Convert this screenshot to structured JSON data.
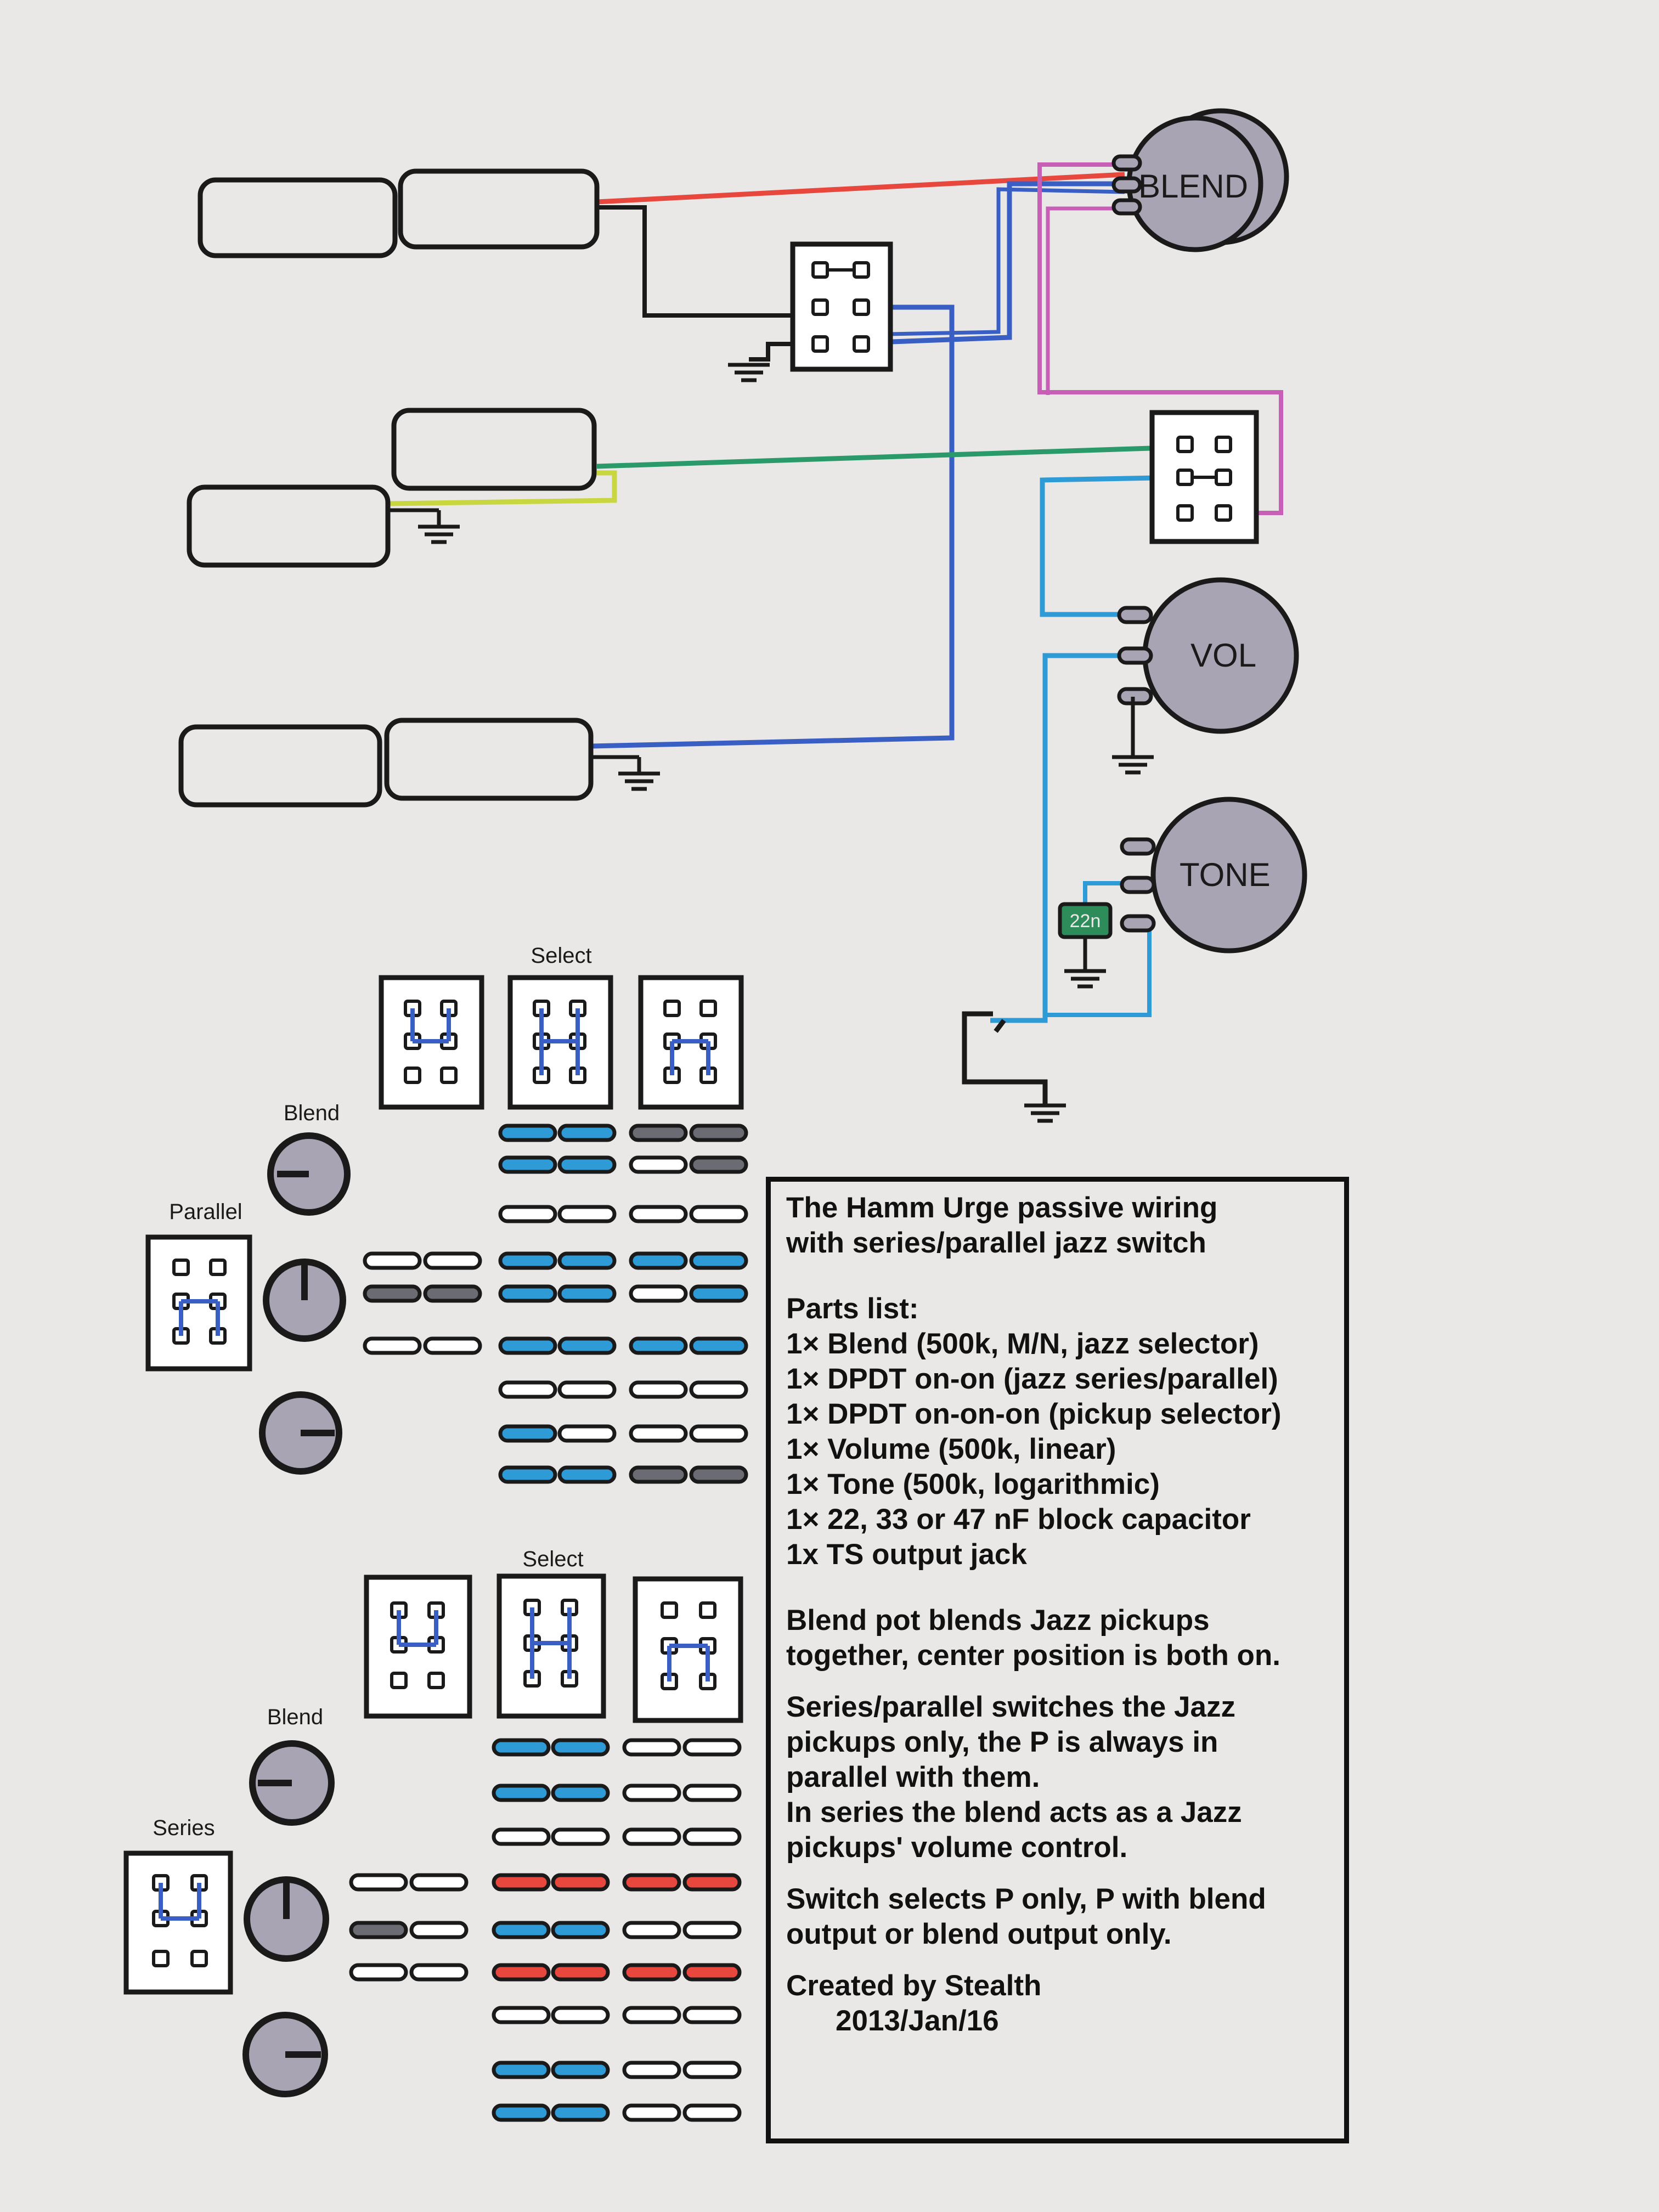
{
  "labels": {
    "blend_pot": "BLEND",
    "vol_pot": "VOL",
    "tone_pot": "TONE",
    "capacitor": "22n",
    "select_top": "Select",
    "blend_top": "Blend",
    "parallel": "Parallel",
    "select_bottom": "Select",
    "blend_bottom": "Blend",
    "series": "Series"
  },
  "info": {
    "title_1": "The Hamm Urge passive wiring",
    "title_2": "with series/parallel jazz switch",
    "parts_heading": "Parts list:",
    "parts": [
      "1× Blend (500k, M/N, jazz selector)",
      "1× DPDT on-on (jazz series/parallel)",
      "1× DPDT on-on-on (pickup selector)",
      "1× Volume (500k, linear)",
      "1× Tone (500k, logarithmic)",
      "1× 22, 33 or 47 nF block capacitor",
      "1x TS output jack"
    ],
    "note_blend_1": "Blend pot blends Jazz pickups",
    "note_blend_2": "together, center position is both on.",
    "note_series_1": "Series/parallel switches the Jazz",
    "note_series_2": "pickups only, the P is always in",
    "note_series_3": "parallel with them.",
    "note_series_4": "In series the blend acts as a Jazz",
    "note_series_5": "pickups' volume control.",
    "note_switch_1": "Switch selects P only, P with blend",
    "note_switch_2": "output or blend output only.",
    "credit": "Created by Stealth",
    "date": "2013/Jan/16"
  },
  "colors": {
    "paper": "#e9e8e6",
    "red": "#e8473e",
    "blue": "#3a5fc4",
    "light_blue": "#2f9bd6",
    "green": "#2a9a6a",
    "yellow_green": "#c8d640",
    "magenta": "#c75fb6",
    "pot_fill": "#a9a4b4",
    "cap_fill": "#2e8b5a",
    "ink": "#1a1a1a"
  }
}
